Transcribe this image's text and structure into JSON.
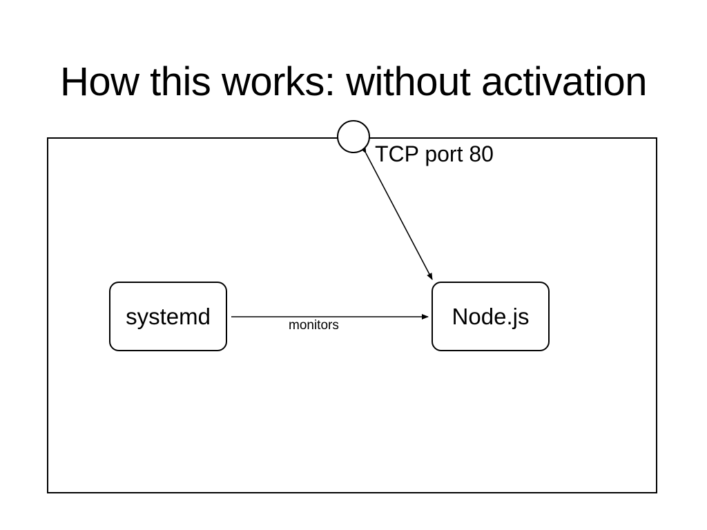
{
  "slide": {
    "title": "How this works: without activation"
  },
  "diagram": {
    "port": {
      "label": "TCP port 80"
    },
    "nodes": {
      "systemd": "systemd",
      "nodejs": "Node.js"
    },
    "edges": {
      "monitors": "monitors"
    }
  }
}
